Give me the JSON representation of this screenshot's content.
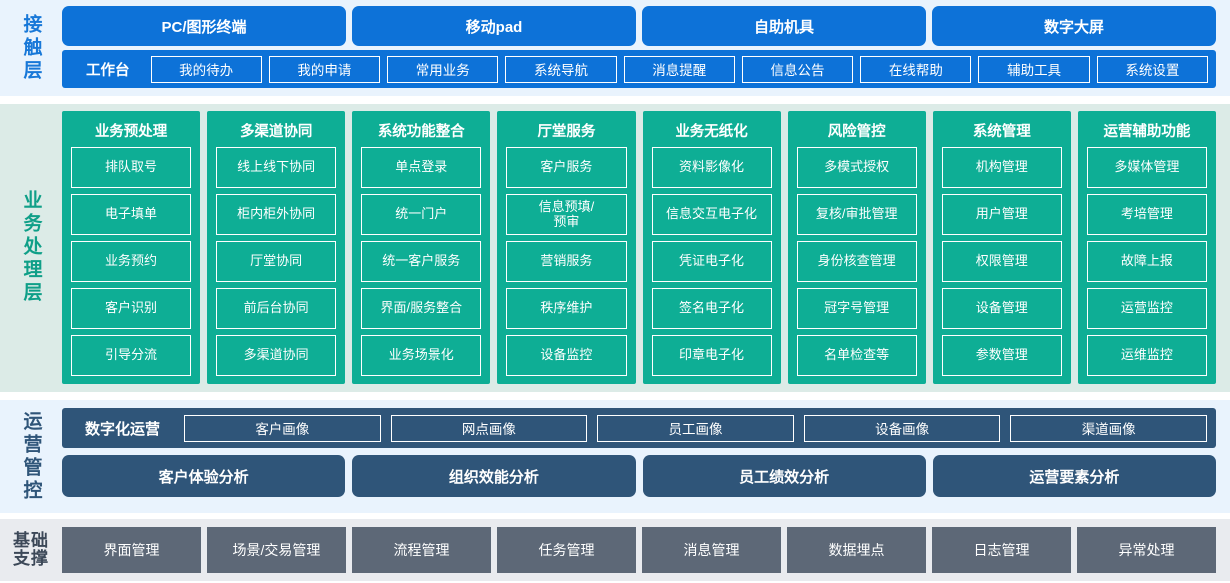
{
  "layers": {
    "contact": {
      "label": "接触层",
      "accent": "#0d72d8",
      "channels": [
        "PC/图形终端",
        "移动pad",
        "自助机具",
        "数字大屏"
      ],
      "toolbar_title": "工作台",
      "toolbar_items": [
        "我的待办",
        "我的申请",
        "常用业务",
        "系统导航",
        "消息提醒",
        "信息公告",
        "在线帮助",
        "辅助工具",
        "系统设置"
      ]
    },
    "business": {
      "label": "业务处理层",
      "accent": "#0eae95",
      "columns": [
        {
          "title": "业务预处理",
          "items": [
            "排队取号",
            "电子填单",
            "业务预约",
            "客户识别",
            "引导分流"
          ]
        },
        {
          "title": "多渠道协同",
          "items": [
            "线上线下协同",
            "柜内柜外协同",
            "厅堂协同",
            "前后台协同",
            "多渠道协同"
          ]
        },
        {
          "title": "系统功能整合",
          "items": [
            "单点登录",
            "统一门户",
            "统一客户服务",
            "界面/服务整合",
            "业务场景化"
          ]
        },
        {
          "title": "厅堂服务",
          "items": [
            "客户服务",
            "信息预填/\n预审",
            "营销服务",
            "秩序维护",
            "设备监控"
          ]
        },
        {
          "title": "业务无纸化",
          "items": [
            "资料影像化",
            "信息交互电子化",
            "凭证电子化",
            "签名电子化",
            "印章电子化"
          ]
        },
        {
          "title": "风险管控",
          "items": [
            "多模式授权",
            "复核/审批管理",
            "身份核查管理",
            "冠字号管理",
            "名单检查等"
          ]
        },
        {
          "title": "系统管理",
          "items": [
            "机构管理",
            "用户管理",
            "权限管理",
            "设备管理",
            "参数管理"
          ]
        },
        {
          "title": "运营辅助功能",
          "items": [
            "多媒体管理",
            "考培管理",
            "故障上报",
            "运营监控",
            "运维监控"
          ]
        }
      ]
    },
    "ops": {
      "label": "运营管控",
      "accent": "#2f5579",
      "portraits_title": "数字化运营",
      "portraits": [
        "客户画像",
        "网点画像",
        "员工画像",
        "设备画像",
        "渠道画像"
      ],
      "analysis": [
        "客户体验分析",
        "组织效能分析",
        "员工绩效分析",
        "运营要素分析"
      ]
    },
    "foundation": {
      "label_line1": "基础",
      "label_line2": "支撑",
      "accent": "#5d6877",
      "items": [
        "界面管理",
        "场景/交易管理",
        "流程管理",
        "任务管理",
        "消息管理",
        "数据埋点",
        "日志管理",
        "异常处理"
      ]
    }
  }
}
